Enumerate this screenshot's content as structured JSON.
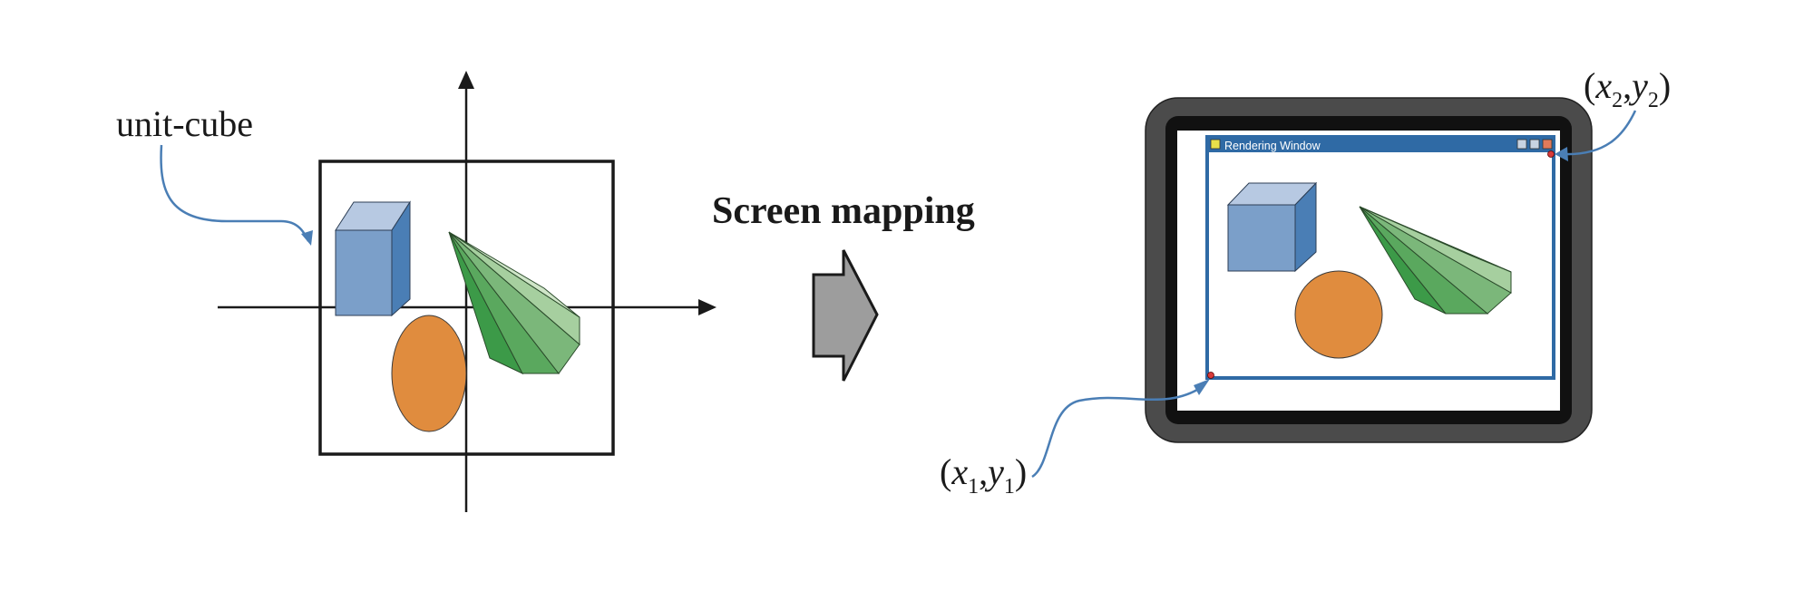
{
  "labels": {
    "unit_cube": "unit-cube",
    "screen_mapping": "Screen mapping",
    "rendering_window": "Rendering Window",
    "corner1": {
      "x": "x",
      "xsub": "1",
      "comma": ",",
      "y": "y",
      "ysub": "1"
    },
    "corner2": {
      "x": "x",
      "xsub": "2",
      "comma": ",",
      "y": "y",
      "ysub": "2"
    }
  },
  "colors": {
    "cube_front": "#7b9fc9",
    "cube_top": "#b7c9e2",
    "cube_side": "#4a7eb5",
    "sphere": "#e08c3e",
    "cone_dark": "#3c9a48",
    "cone_mid": "#6fb06f",
    "cone_light": "#cfe5c8",
    "arrow": "#4a7eb5",
    "window_title": "#2f6aa5",
    "monitor": "#4b4b4b"
  }
}
